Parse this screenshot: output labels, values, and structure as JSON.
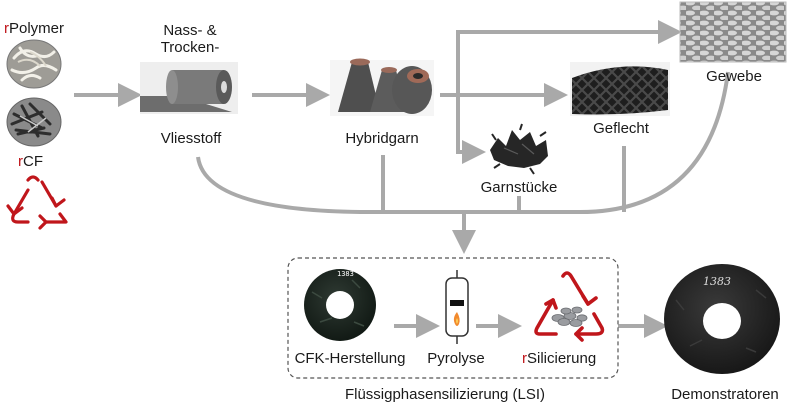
{
  "inputs": {
    "polymer_prefix": "r",
    "polymer_text": "Polymer",
    "cf_prefix": "r",
    "cf_text": "CF"
  },
  "stages": {
    "nonwoven_line1": "Nass- &",
    "nonwoven_line2": "Trocken-",
    "nonwoven_line3": "Vliesstoff",
    "hybrid_yarn": "Hybridgarn",
    "woven_fabric": "Gewebe",
    "braid": "Geflecht",
    "yarn_pieces": "Garnstücke"
  },
  "lsi": {
    "cfrp_label": "CFK-Herstellung",
    "cfrp_disc_mark": "1383",
    "pyrolysis_label": "Pyrolyse",
    "silic_prefix": "r",
    "silic_text": "Silicierung",
    "caption": "Flüssigphasensilizierung (LSI)"
  },
  "output": {
    "label": "Demonstratoren",
    "disc_mark": "1383"
  },
  "colors": {
    "arrow": "#a9a9a9",
    "recycle_red": "#c0161b",
    "dashed_border": "#555555"
  }
}
